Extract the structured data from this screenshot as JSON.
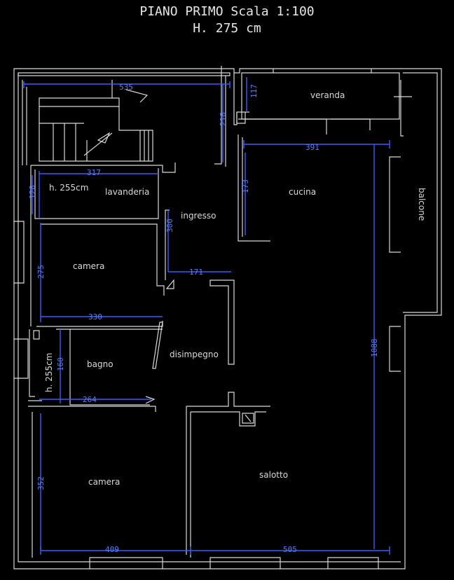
{
  "title": {
    "line1": "PIANO PRIMO Scala 1:100",
    "line2": "H. 275 cm"
  },
  "rooms": {
    "veranda": "veranda",
    "cucina": "cucina",
    "lavanderia": "lavanderia",
    "ingresso": "ingresso",
    "camera_top": "camera",
    "bagno": "bagno",
    "disimpegno": "disimpegno",
    "camera_bottom": "camera",
    "salotto": "salotto",
    "balcone": "balcone"
  },
  "heights": {
    "lavanderia": "h. 255cm",
    "bagno": "h. 255cm"
  },
  "dimensions": {
    "d535": "535",
    "d117": "117",
    "d216": "216",
    "d391": "391",
    "d317": "317",
    "d128": "128",
    "d173": "173",
    "d300": "300",
    "d171": "171",
    "d275": "275",
    "d330": "330",
    "d1088": "1088",
    "d160": "160",
    "d264": "264",
    "d352": "352",
    "d409": "409",
    "d505": "505"
  }
}
